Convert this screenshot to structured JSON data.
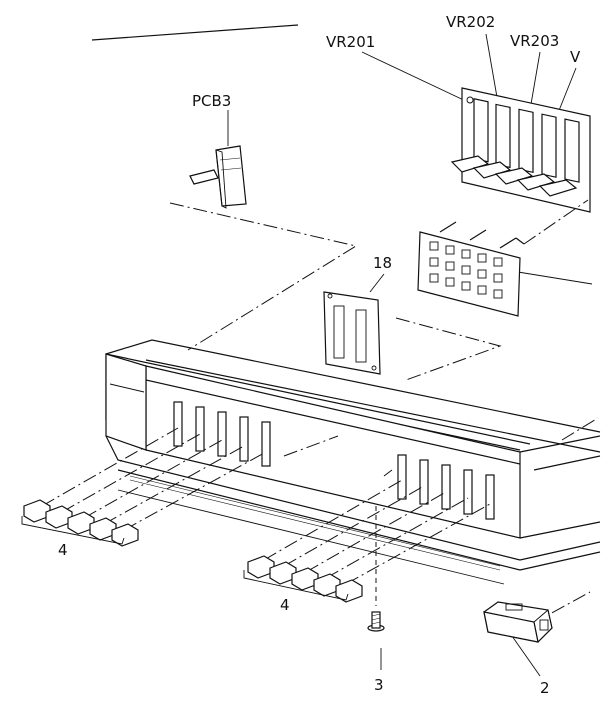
{
  "labels": {
    "vr201": "VR201",
    "vr202": "VR202",
    "vr203": "VR203",
    "vr_partial": "V",
    "pcb3": "PCB3",
    "part18": "18",
    "knobs_left": "4",
    "knobs_right": "4",
    "screw": "3",
    "end_cap": "2"
  },
  "colors": {
    "line": "#111111",
    "background": "#ffffff"
  }
}
